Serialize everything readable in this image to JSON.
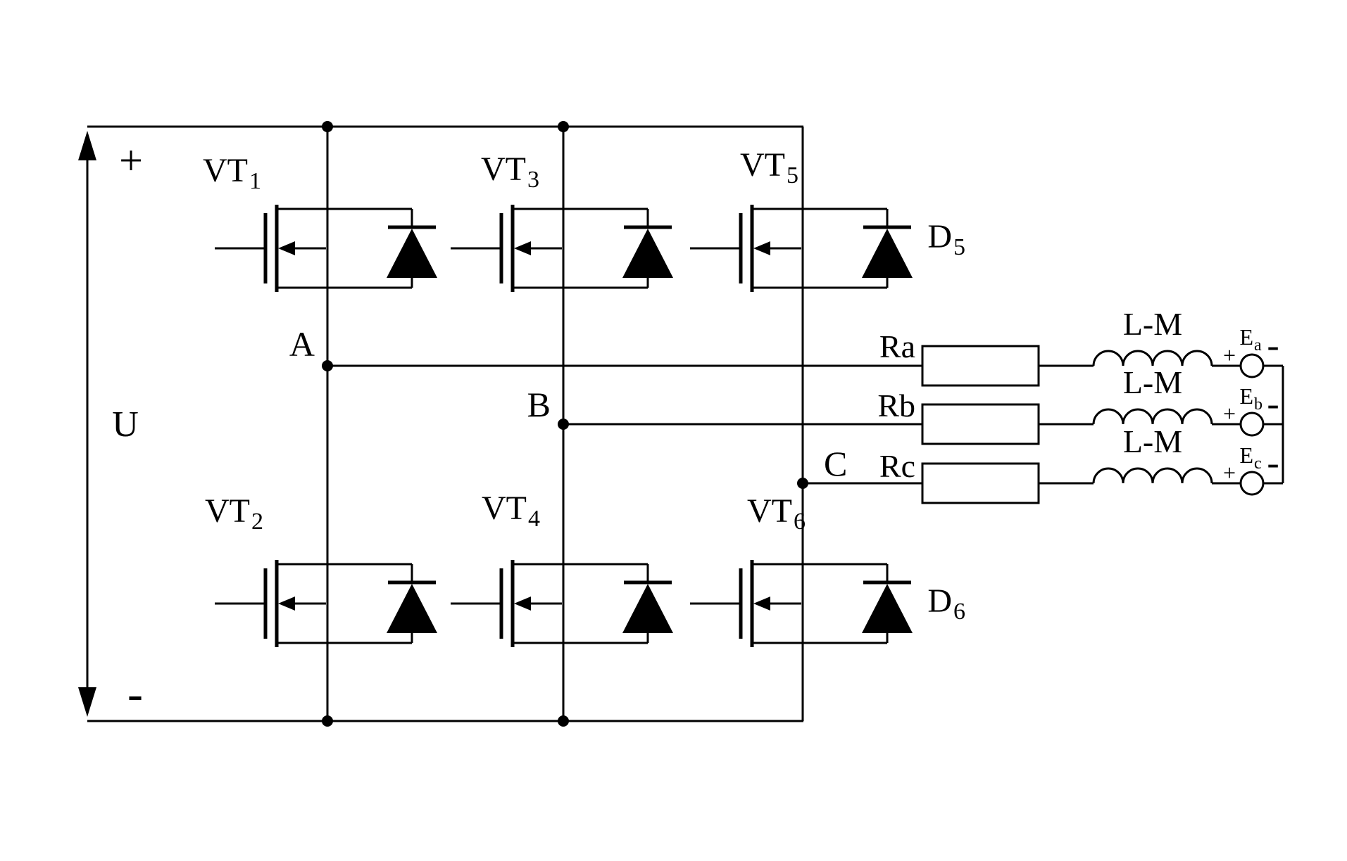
{
  "dc_bus": {
    "plus": "+",
    "minus": "-",
    "voltage": "U"
  },
  "switches": [
    {
      "name": "VT",
      "sub": "1"
    },
    {
      "name": "VT",
      "sub": "3"
    },
    {
      "name": "VT",
      "sub": "5"
    },
    {
      "name": "VT",
      "sub": "2"
    },
    {
      "name": "VT",
      "sub": "4"
    },
    {
      "name": "VT",
      "sub": "6"
    }
  ],
  "diodes": [
    {
      "name": "D",
      "sub": "5"
    },
    {
      "name": "D",
      "sub": "6"
    }
  ],
  "phases": [
    {
      "node": "A",
      "resistor": "Ra",
      "inductor": "L-M",
      "emf_name": "E",
      "emf_sub": "a",
      "plus": "+",
      "minus": "-"
    },
    {
      "node": "B",
      "resistor": "Rb",
      "inductor": "L-M",
      "emf_name": "E",
      "emf_sub": "b",
      "plus": "+",
      "minus": "-"
    },
    {
      "node": "C",
      "resistor": "Rc",
      "inductor": "L-M",
      "emf_name": "E",
      "emf_sub": "c",
      "plus": "+",
      "minus": "-"
    }
  ]
}
